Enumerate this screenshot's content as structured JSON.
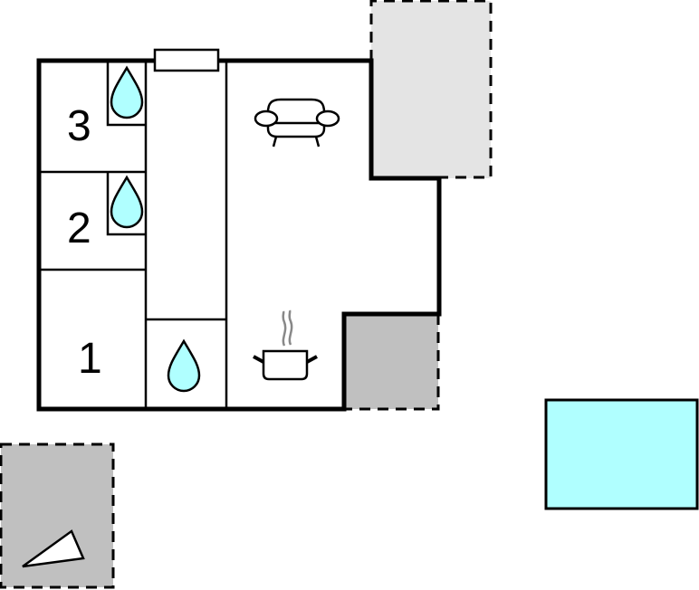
{
  "floorplan": {
    "rooms": [
      {
        "id": "bedroom-3",
        "label": "3"
      },
      {
        "id": "bedroom-2",
        "label": "2"
      },
      {
        "id": "bedroom-1",
        "label": "1"
      }
    ],
    "icons": [
      "water-drop-icon",
      "water-drop-icon",
      "water-drop-icon",
      "sofa-icon",
      "cooking-pot-icon",
      "compass-triangle-icon"
    ],
    "colors": {
      "wall": "#000000",
      "water": "#b0ffff",
      "terrace_light": "#e4e4e4",
      "terrace_dark": "#c0c0c0",
      "pool": "#b0ffff"
    }
  }
}
